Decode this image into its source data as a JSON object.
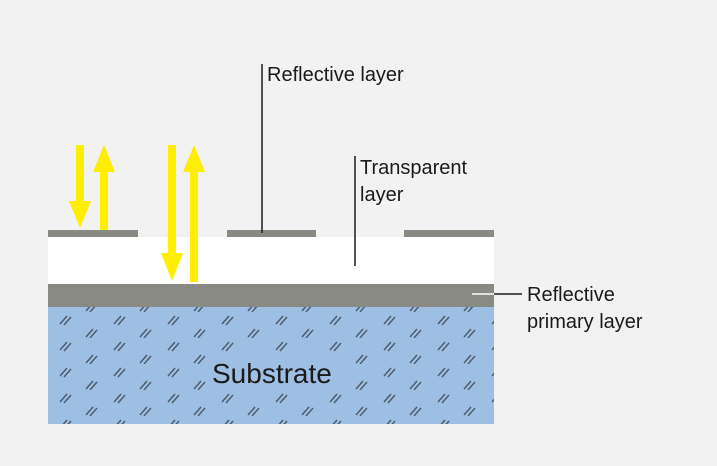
{
  "labels": {
    "reflective_layer": "Reflective layer",
    "transparent_line1": "Transparent",
    "transparent_line2": "layer",
    "primary_line1": "Reflective",
    "primary_line2": "primary layer",
    "substrate": "Substrate"
  },
  "colors": {
    "background": "#f2f2f2",
    "substrate": "#9dbfe3",
    "reflective": "#8a8a84",
    "transparent": "#ffffff",
    "arrow": "#ffee00",
    "hatch": "#4a5a6a",
    "leader": "#1a1a1a"
  },
  "icons": [
    "arrow-down-icon",
    "arrow-up-icon"
  ]
}
